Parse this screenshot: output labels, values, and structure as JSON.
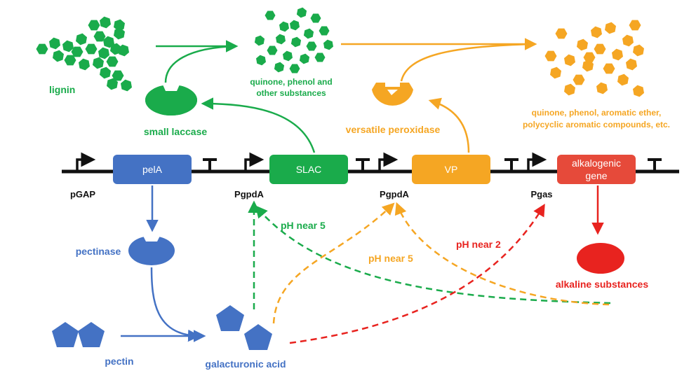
{
  "colors": {
    "green": "#1aab4b",
    "orange": "#f5a623",
    "blue": "#4472c4",
    "red": "#e8231f",
    "gene_red": "#e64a3a",
    "black": "#111111"
  },
  "labels": {
    "lignin": "lignin",
    "quinone_green_1": "quinone, phenol and",
    "quinone_green_2": "other substances",
    "quinone_orange_1": "quinone, phenol, aromatic ether,",
    "quinone_orange_2": "polycyclic aromatic compounds, etc.",
    "small_laccase": "small laccase",
    "versatile_peroxidase": "versatile peroxidase",
    "pectinase": "pectinase",
    "pectin": "pectin",
    "galacturonic_acid": "galacturonic acid",
    "alkaline_substances": "alkaline substances",
    "ph_green": "pH near 5",
    "ph_orange": "pH near 5",
    "ph_red": "pH near 2"
  },
  "promoters": {
    "p1": "pGAP",
    "p2": "PgpdA",
    "p3": "PgpdA",
    "p4": "Pgas"
  },
  "genes": {
    "pela": "pelA",
    "slac": "SLAC",
    "vp": "VP",
    "alk_1": "alkalogenic",
    "alk_2": "gene"
  }
}
